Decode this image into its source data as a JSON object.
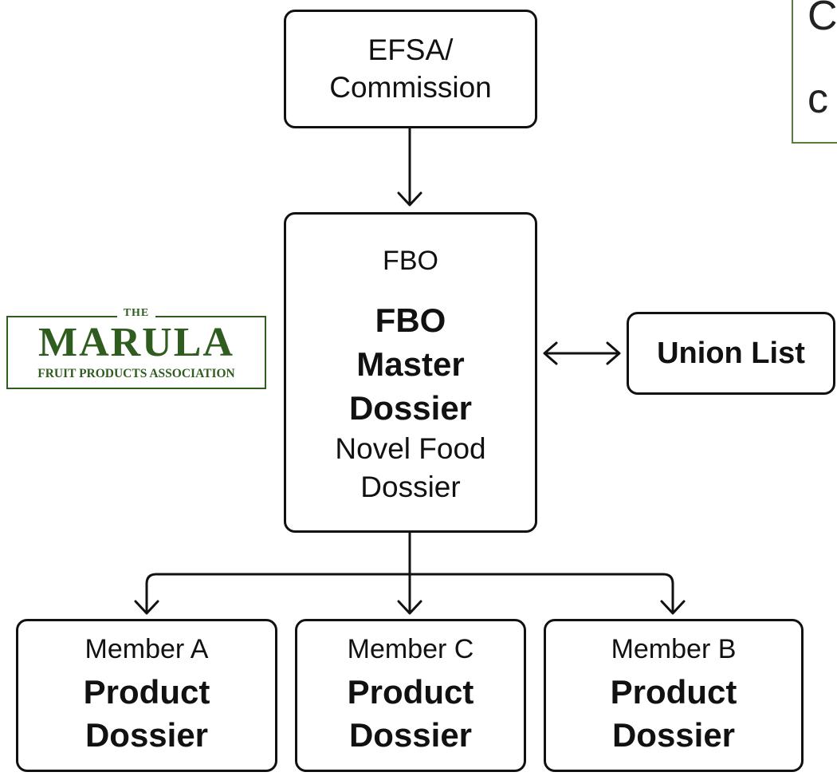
{
  "callout": {
    "line1": "C",
    "line2": "c"
  },
  "logo": {
    "top": "THE",
    "word": "MARULA",
    "subtitle": "FRUIT PRODUCTS ASSOCIATION",
    "color": "#2f5d1f"
  },
  "nodes": {
    "efsa": {
      "line1": "EFSA/",
      "line2": "Commission"
    },
    "fbo": {
      "header": "FBO",
      "title_lines": [
        "FBO",
        "Master",
        "Dossier"
      ],
      "subtitle_lines": [
        "Novel Food",
        "Dossier"
      ]
    },
    "union_list": {
      "label": "Union List"
    },
    "members": [
      {
        "name": "Member A",
        "line1": "Product",
        "line2": "Dossier"
      },
      {
        "name": "Member C",
        "line1": "Product",
        "line2": "Dossier"
      },
      {
        "name": "Member B",
        "line1": "Product",
        "line2": "Dossier"
      }
    ]
  },
  "colors": {
    "stroke": "#111111",
    "brand_green": "#2f5d1f",
    "callout_border": "#5b7d3a"
  }
}
